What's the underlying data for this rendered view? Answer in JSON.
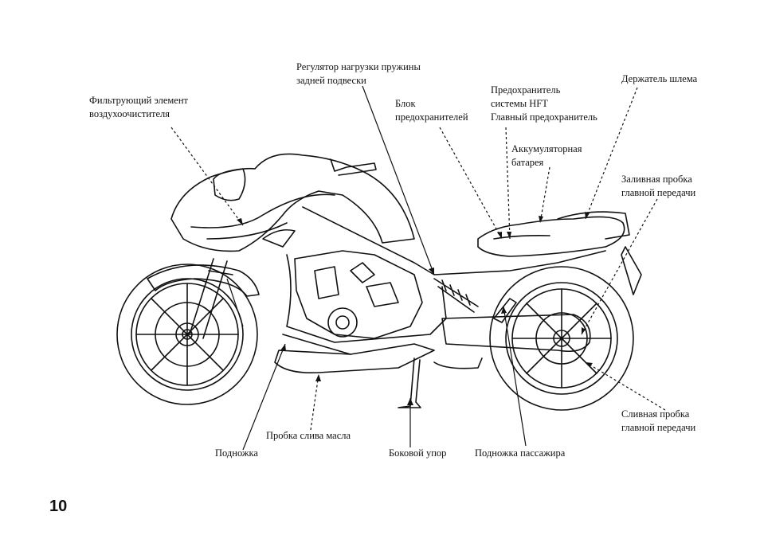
{
  "labels": {
    "rear_spring_adjuster": "Регулятор нагрузки пружины\nзадней подвески",
    "air_filter": "Фильтрующий элемент\nвоздухоочистителя",
    "fuse_box": "Блок\nпредохранителей",
    "hft_fuse": "Предохранитель\nсистемы HFT\nГлавный предохранитель",
    "helmet_holder": "Держатель шлема",
    "battery": "Аккумуляторная\nбатарея",
    "final_drive_filler": "Заливная пробка\nглавной передачи",
    "final_drive_drain": "Сливная пробка\nглавной передачи",
    "oil_drain": "Пробка слива масла",
    "footpeg": "Подножка",
    "side_stand": "Боковой упор",
    "passenger_footpeg": "Подножка пассажира"
  },
  "page_number": "10"
}
